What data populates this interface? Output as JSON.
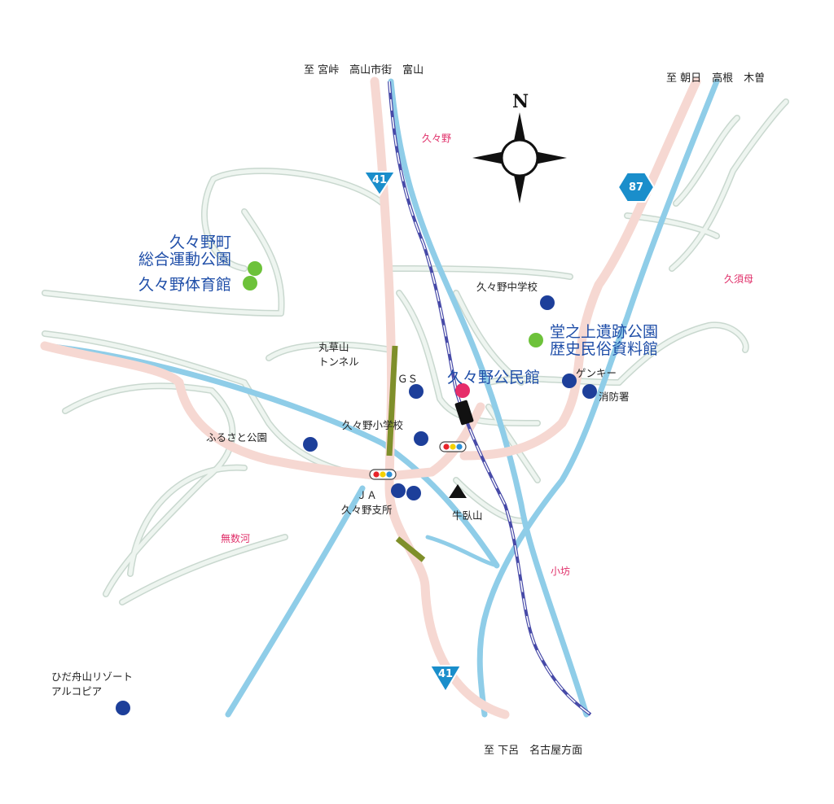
{
  "destinations": {
    "north": "至 宮峠　高山市街　富山",
    "northeast": "至 朝日　高根　木曽",
    "south": "至 下呂　名古屋方面"
  },
  "compass": {
    "north_letter": "N"
  },
  "route_shields": {
    "r41_north": "41",
    "r41_south": "41",
    "r87": "87"
  },
  "areas": {
    "kuguno": "久々野",
    "kusumo": "久須母",
    "mukazu": "無数河",
    "kobo": "小坊"
  },
  "landmarks": {
    "sports_park": "久々野町\n総合運動公園",
    "gym": "久々野体育館",
    "ruins_park": "堂之上遺跡公園\n歴史民俗資料館",
    "community_center": "久々野公民館"
  },
  "facilities": {
    "junior_high": "久々野中学校",
    "tunnel": "丸草山\nトンネル",
    "gas_station": "ＧＳ",
    "genki": "ゲンキー",
    "fire_station": "消防署",
    "elementary": "久々野小学校",
    "furusato_park": "ふるさと公園",
    "ja_branch": "ＪＡ\n久々野支所",
    "mountain": "牛臥山",
    "resort": "ひだ舟山リゾート\nアルコピア"
  },
  "colors": {
    "river": "#8fcde8",
    "main_road": "#f6d8d2",
    "local_road": "#e8f0ea",
    "road_edge": "#c9d8cf",
    "railway": "#474aa8",
    "tunnel": "#7f8f2a",
    "poi_blue": "#1d3f9a",
    "poi_green": "#6dc23a",
    "poi_pink": "#e62d6a",
    "shield": "#1a8ecb"
  }
}
